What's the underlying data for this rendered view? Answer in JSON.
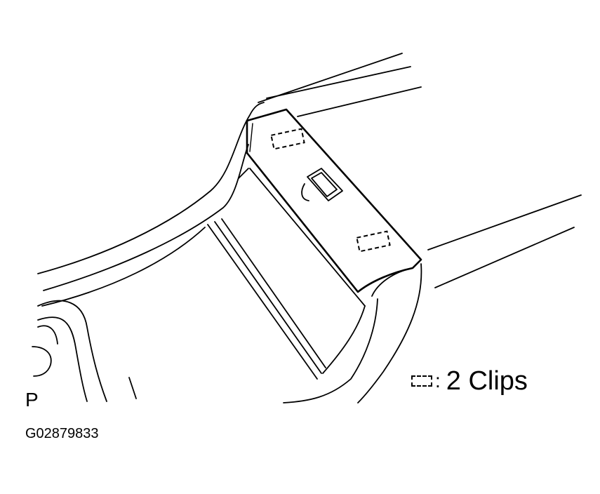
{
  "legend": {
    "symbol": "dashed-rectangle-icon",
    "separator": ":",
    "text": "2 Clips"
  },
  "figure": {
    "view_letter": "P",
    "code": "G02879833"
  }
}
